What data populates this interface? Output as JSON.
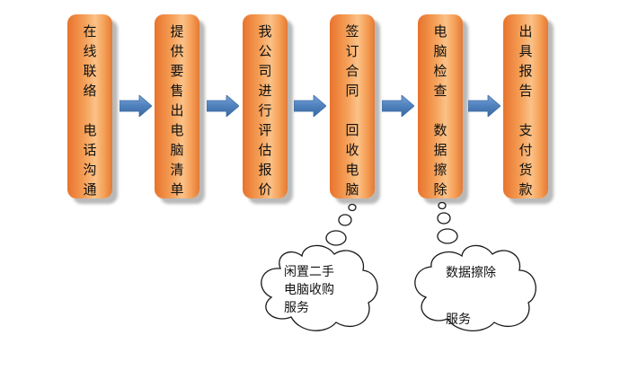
{
  "steps": [
    {
      "label": "在\n线\n联\n络\n\n电\n话\n沟\n通"
    },
    {
      "label": "提\n供\n要\n售\n出\n电\n脑\n清\n单"
    },
    {
      "label": "我\n公\n司\n进\n行\n评\n估\n报\n价"
    },
    {
      "label": "签\n订\n合\n同\n\n回\n收\n电\n脑"
    },
    {
      "label": "电\n脑\n检\n查\n\n数\n据\n擦\n除"
    },
    {
      "label": "出\n具\n报\n告\n\n支\n付\n货\n款"
    }
  ],
  "clouds": [
    {
      "text": "闲置二手\n电脑收购\n服务"
    },
    {
      "text": "数据擦除\n\n服务"
    }
  ],
  "colors": {
    "step_fill": "#f59f57",
    "step_edge": "#e8732d",
    "arrow_fill": "#4f81bd",
    "cloud_stroke": "#1a1a1a",
    "cloud_fill": "#ffffff"
  }
}
